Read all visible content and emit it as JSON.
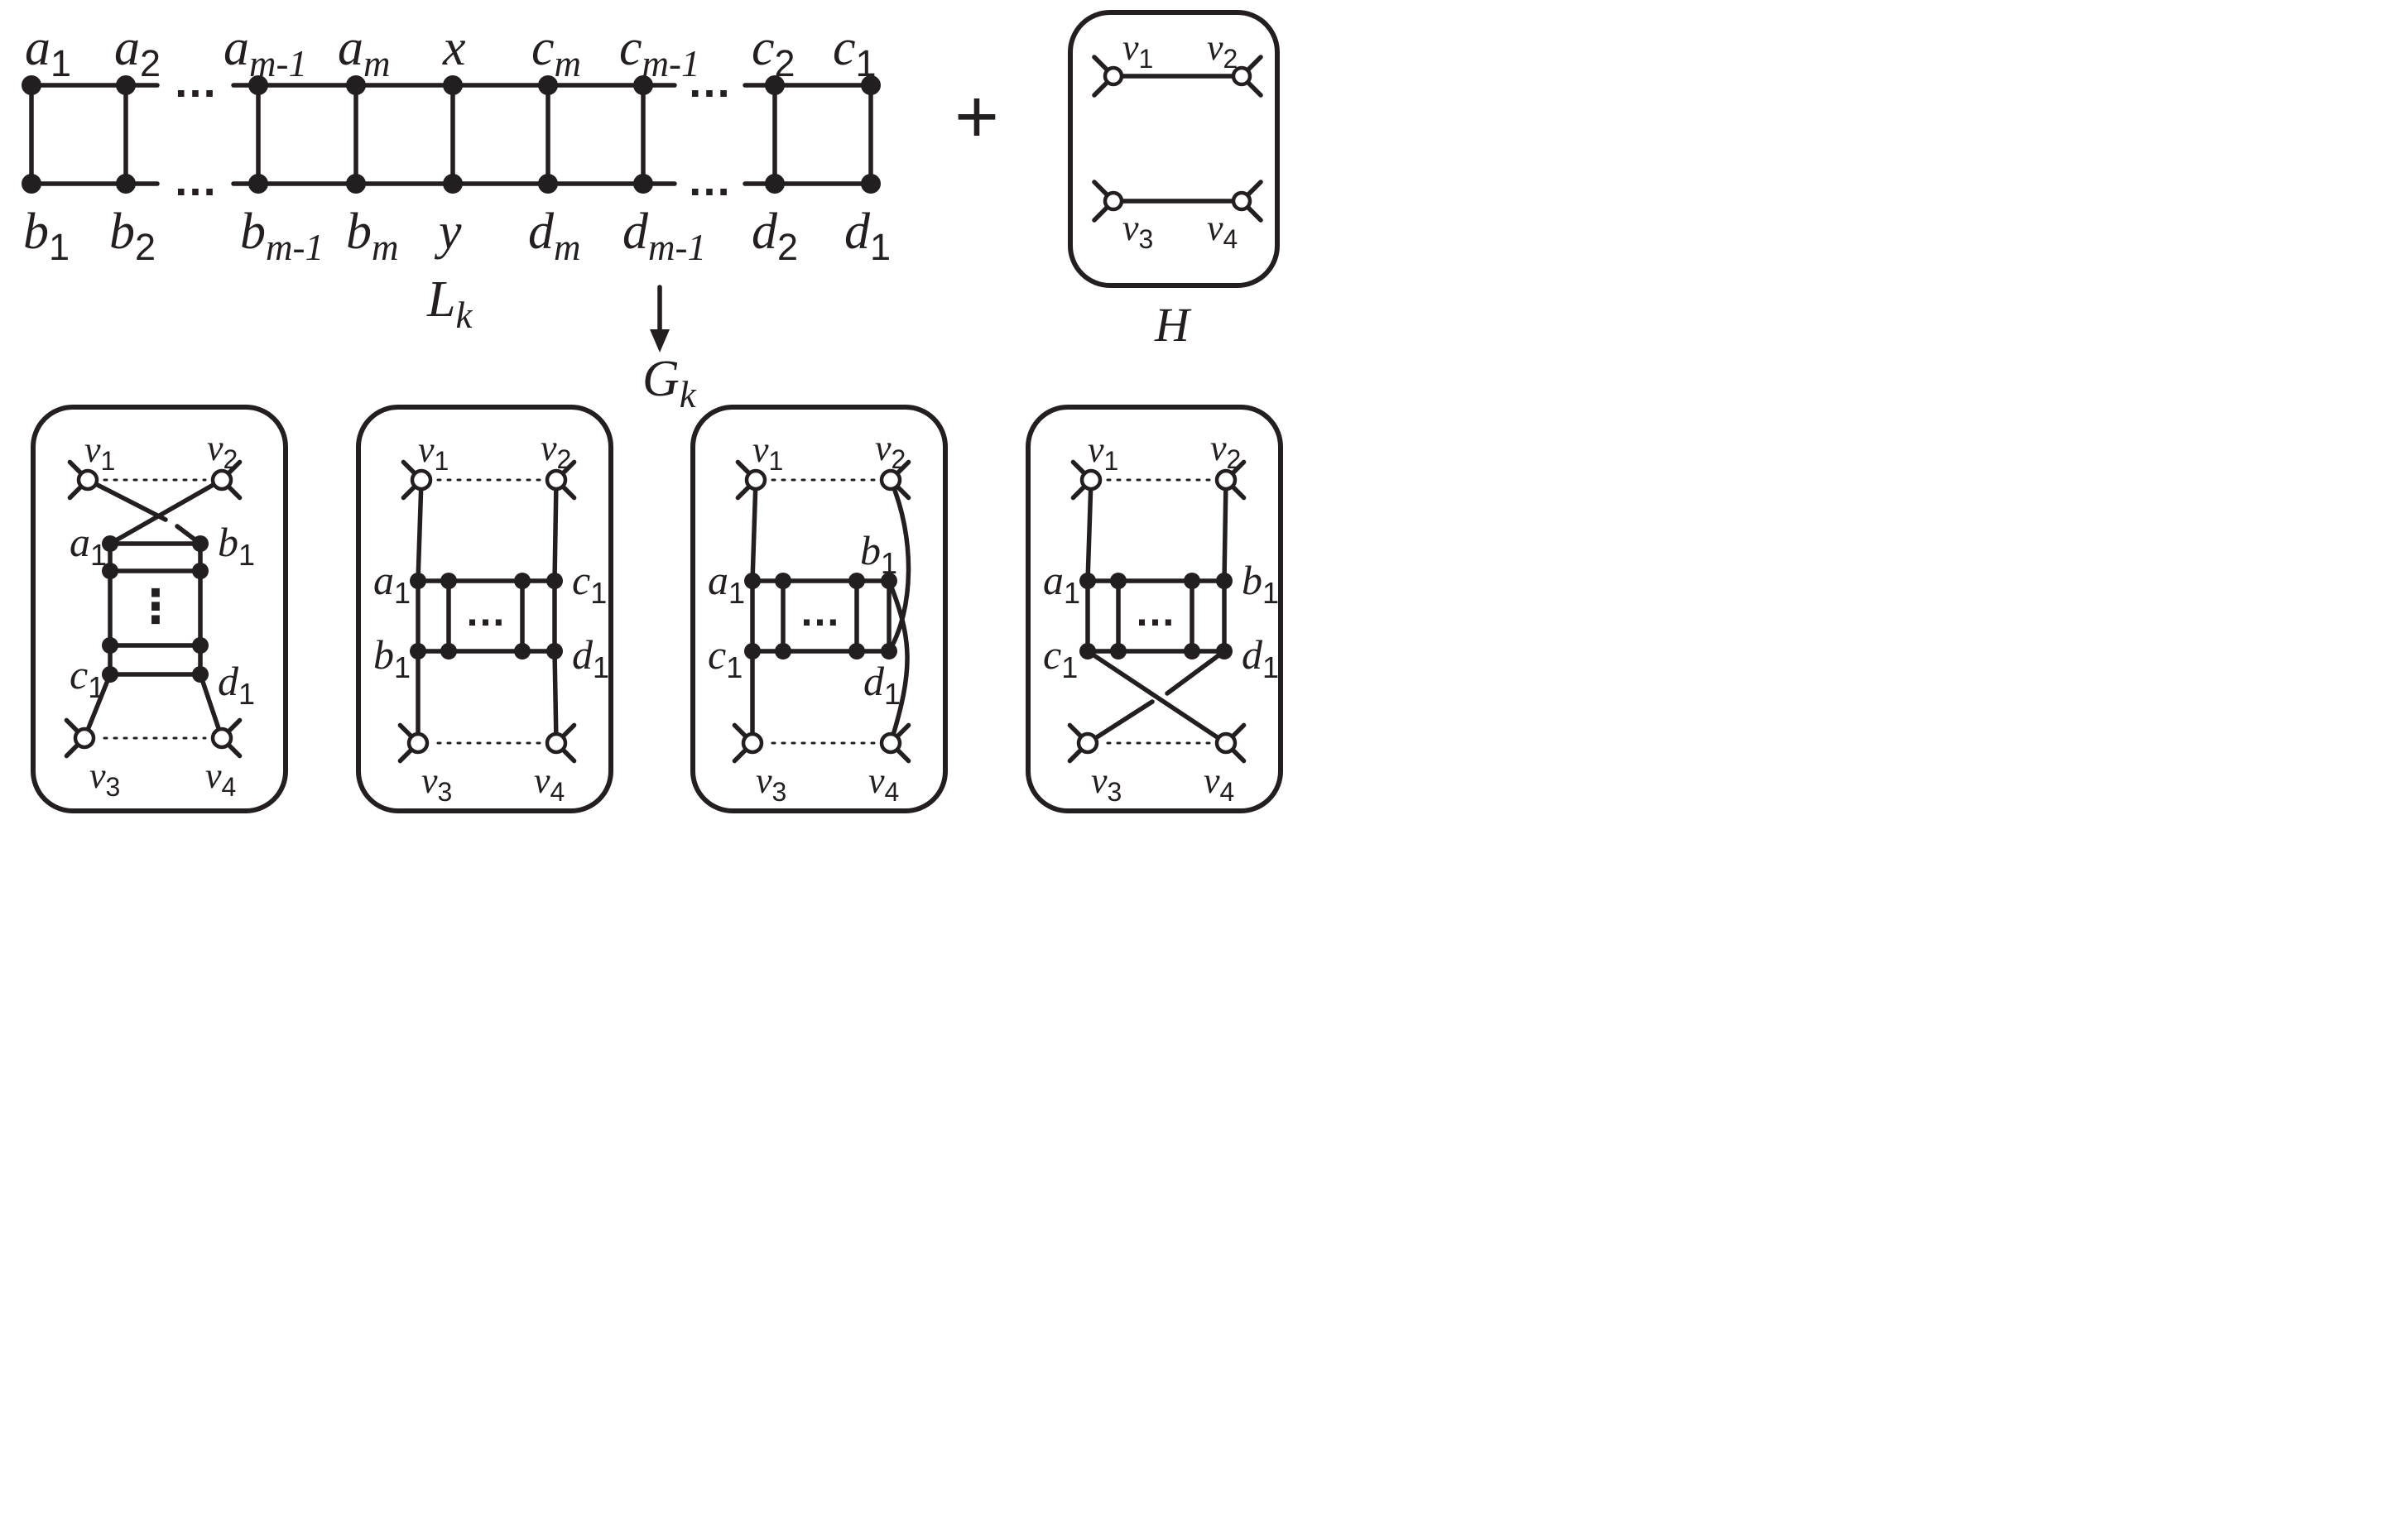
{
  "ladder": {
    "top_labels": [
      {
        "base": "a",
        "sub": "1",
        "sub_italic": false
      },
      {
        "base": "a",
        "sub": "2",
        "sub_italic": false
      },
      {
        "base": "a",
        "sub": "m-1",
        "sub_italic": true
      },
      {
        "base": "a",
        "sub": "m",
        "sub_italic": true
      },
      {
        "base": "x",
        "sub": "",
        "sub_italic": false
      },
      {
        "base": "c",
        "sub": "m",
        "sub_italic": true
      },
      {
        "base": "c",
        "sub": "m-1",
        "sub_italic": true
      },
      {
        "base": "c",
        "sub": "2",
        "sub_italic": false
      },
      {
        "base": "c",
        "sub": "1",
        "sub_italic": false
      }
    ],
    "bottom_labels": [
      {
        "base": "b",
        "sub": "1",
        "sub_italic": false
      },
      {
        "base": "b",
        "sub": "2",
        "sub_italic": false
      },
      {
        "base": "b",
        "sub": "m-1",
        "sub_italic": true
      },
      {
        "base": "b",
        "sub": "m",
        "sub_italic": true
      },
      {
        "base": "y",
        "sub": "",
        "sub_italic": false
      },
      {
        "base": "d",
        "sub": "m",
        "sub_italic": true
      },
      {
        "base": "d",
        "sub": "m-1",
        "sub_italic": true
      },
      {
        "base": "d",
        "sub": "2",
        "sub_italic": false
      },
      {
        "base": "d",
        "sub": "1",
        "sub_italic": false
      }
    ],
    "name": {
      "base": "L",
      "sub": "k"
    },
    "ellipsis": "…"
  },
  "operator": "+",
  "gadget": {
    "name": "H",
    "vertices": [
      {
        "base": "v",
        "sub": "1"
      },
      {
        "base": "v",
        "sub": "2"
      },
      {
        "base": "v",
        "sub": "3"
      },
      {
        "base": "v",
        "sub": "4"
      }
    ]
  },
  "result": {
    "base": "G",
    "sub": "k"
  },
  "panels": [
    {
      "layout": "vertical",
      "connection": "crossed-top",
      "vertex_labels": [
        "v_1",
        "v_2",
        "v_3",
        "v_4"
      ],
      "corner_labels": [
        {
          "base": "a",
          "sub": "1"
        },
        {
          "base": "b",
          "sub": "1"
        },
        {
          "base": "c",
          "sub": "1"
        },
        {
          "base": "d",
          "sub": "1"
        }
      ],
      "ellipsis": "⋮"
    },
    {
      "layout": "horizontal",
      "connection": "straight",
      "corner_labels": [
        {
          "base": "a",
          "sub": "1"
        },
        {
          "base": "c",
          "sub": "1"
        },
        {
          "base": "b",
          "sub": "1"
        },
        {
          "base": "d",
          "sub": "1"
        }
      ],
      "ellipsis": "…"
    },
    {
      "layout": "horizontal",
      "connection": "right-arcs",
      "corner_labels": [
        {
          "base": "a",
          "sub": "1"
        },
        {
          "base": "b",
          "sub": "1"
        },
        {
          "base": "c",
          "sub": "1"
        },
        {
          "base": "d",
          "sub": "1"
        }
      ],
      "ellipsis": "…"
    },
    {
      "layout": "horizontal",
      "connection": "crossed-bottom",
      "corner_labels": [
        {
          "base": "a",
          "sub": "1"
        },
        {
          "base": "b",
          "sub": "1"
        },
        {
          "base": "c",
          "sub": "1"
        },
        {
          "base": "d",
          "sub": "1"
        }
      ],
      "ellipsis": "…"
    }
  ],
  "colors": {
    "ink": "#231f20",
    "background": "#ffffff",
    "open_vertex_fill": "#ffffff"
  }
}
